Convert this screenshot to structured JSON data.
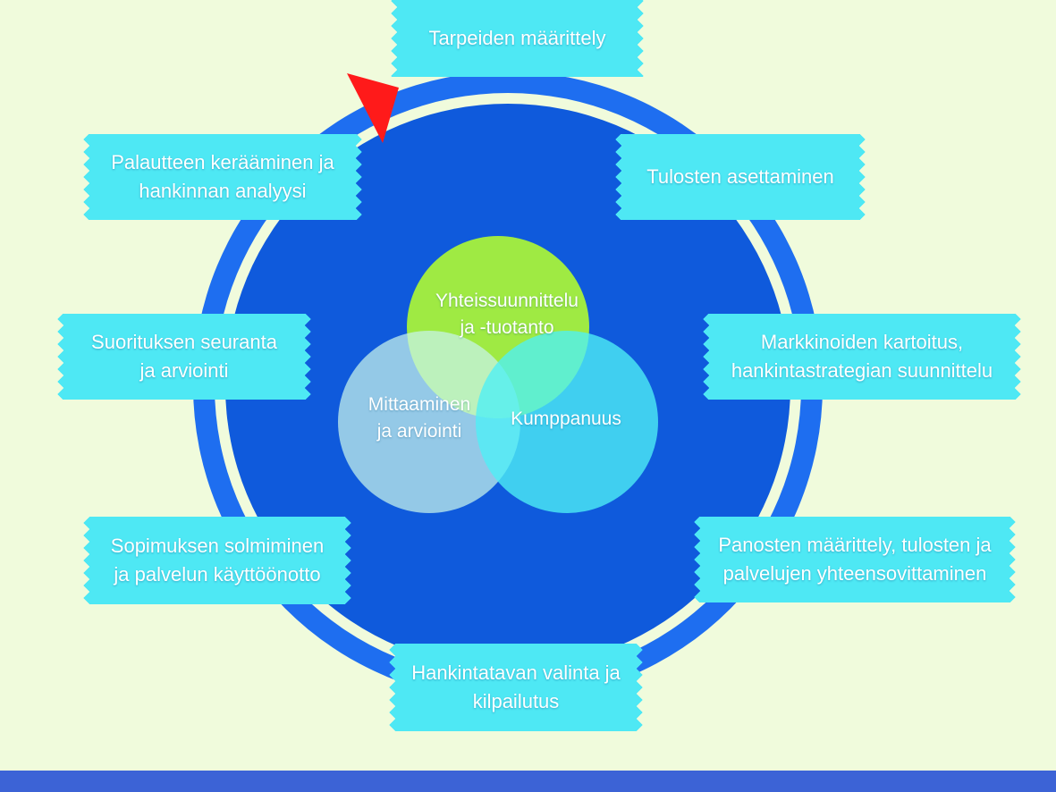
{
  "colors": {
    "background": "#f0fbdc",
    "ring": "#1e6ef0",
    "inner_ring": "#f0fbdc",
    "disc": "#0f5adc",
    "step_box": "#4ee8f4",
    "arrow": "#ff1a1a",
    "circle_top": "#a8f23a",
    "circle_left": "#c8f4ec",
    "circle_right": "#4ef0f6",
    "bottom_bar": "#3c63d6"
  },
  "steps": [
    {
      "id": "top",
      "label": "Tarpeiden määrittely"
    },
    {
      "id": "upper-right",
      "label": "Tulosten asettaminen"
    },
    {
      "id": "right",
      "label": "Markkinoiden kartoitus,\nhankintastrategian suunnittelu"
    },
    {
      "id": "lower-right",
      "label": "Panosten määrittely, tulosten ja\npalvelujen yhteensovittaminen"
    },
    {
      "id": "bottom",
      "label": "Hankintatavan valinta ja\nkilpailutus"
    },
    {
      "id": "lower-left",
      "label": "Sopimuksen solmiminen\nja palvelun käyttöönotto"
    },
    {
      "id": "left",
      "label": "Suorituksen seuranta\nja arviointi"
    },
    {
      "id": "upper-left",
      "label": "Palautteen kerääminen ja\nhankinnan analyysi"
    }
  ],
  "venn": {
    "top": "Yhteissuunnittelu\nja -tuotanto",
    "left": "Mittaaminen\nja arviointi",
    "right": "Kumppanuus"
  }
}
